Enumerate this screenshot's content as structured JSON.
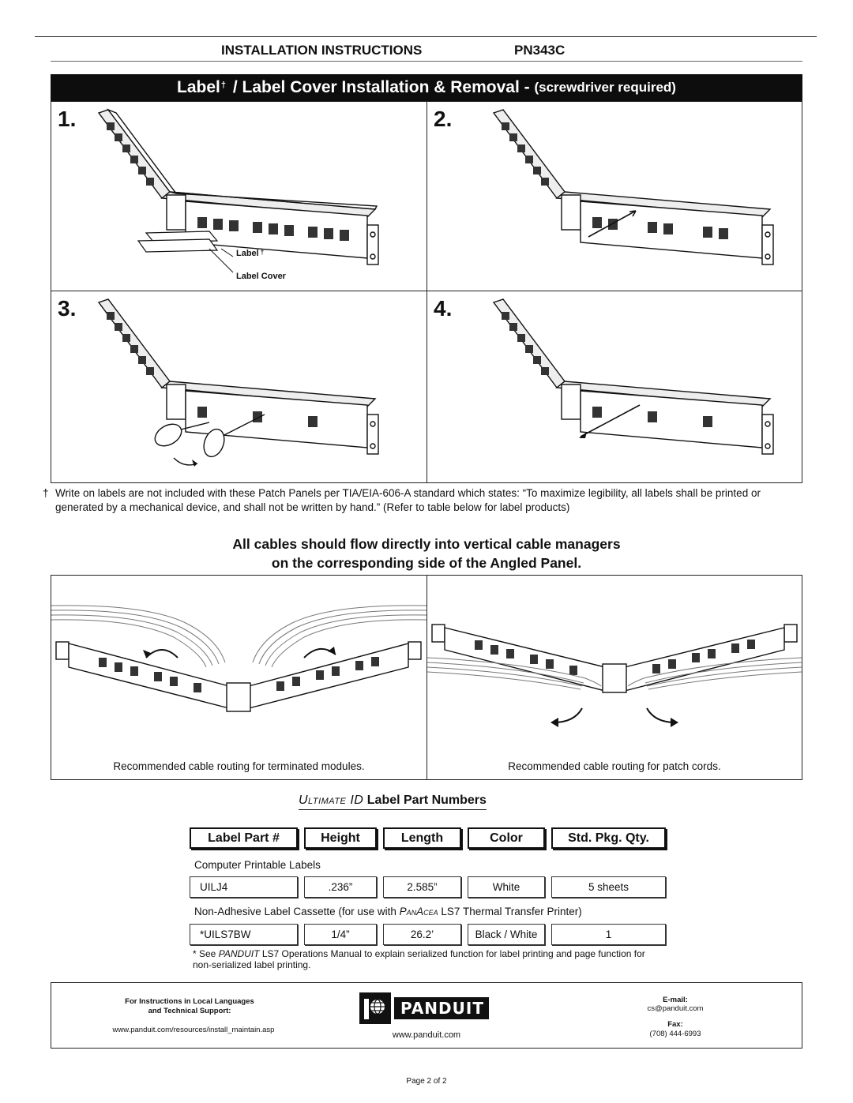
{
  "header": {
    "title": "INSTALLATION INSTRUCTIONS",
    "part_number": "PN343C"
  },
  "banner": {
    "main": "Label",
    "dagger": "†",
    "rest": " / Label Cover Installation & Removal - ",
    "note": "(screwdriver required)"
  },
  "steps": [
    {
      "number": "1."
    },
    {
      "number": "2."
    },
    {
      "number": "3."
    },
    {
      "number": "4."
    }
  ],
  "step1_callouts": {
    "label": "Label",
    "label_dagger": "†",
    "cover": "Label Cover"
  },
  "footnote": {
    "symbol": "†",
    "text": "Write on labels are not included with these Patch Panels per TIA/EIA-606-A standard which states: “To maximize legibility, all labels shall be printed or generated by a mechanical device, and shall not be written by hand.” (Refer to table below for label products)"
  },
  "flow_heading": {
    "line1": "All cables should flow directly into vertical cable managers",
    "line2": "on the corresponding side of the Angled Panel."
  },
  "routing": {
    "left_caption": "Recommended cable routing for terminated modules.",
    "right_caption": "Recommended cable routing for patch cords."
  },
  "part_numbers": {
    "title_brand": "Ultimate ID",
    "title_rest": " Label Part Numbers",
    "headers": [
      "Label Part #",
      "Height",
      "Length",
      "Color",
      "Std. Pkg. Qty."
    ],
    "section1": "Computer Printable Labels",
    "row1": [
      "UILJ4",
      ".236”",
      "2.585”",
      "White",
      "5 sheets"
    ],
    "section2_pre": "Non-Adhesive Label Cassette (for use with ",
    "section2_brand": "PanAcea",
    "section2_post": " LS7 Thermal Transfer Printer)",
    "row2": [
      "*UILS7BW",
      "1/4”",
      "26.2’",
      "Black / White",
      "1"
    ],
    "note_pre": "* See ",
    "note_brand": "PANDUIT",
    "note_post": " LS7 Operations Manual to explain serialized function for label printing and page function for non-serialized label printing."
  },
  "footer": {
    "support_line1": "For Instructions in Local Languages",
    "support_line2": "and Technical Support:",
    "support_url": "www.panduit.com/resources/install_maintain.asp",
    "logo_text": "PANDUIT",
    "website": "www.panduit.com",
    "email_label": "E-mail:",
    "email": "cs@panduit.com",
    "fax_label": "Fax:",
    "fax": "(708) 444-6993"
  },
  "page": "Page 2 of 2",
  "colors": {
    "ink": "#111111",
    "banner_bg": "#0d0d0d",
    "paper": "#ffffff"
  }
}
